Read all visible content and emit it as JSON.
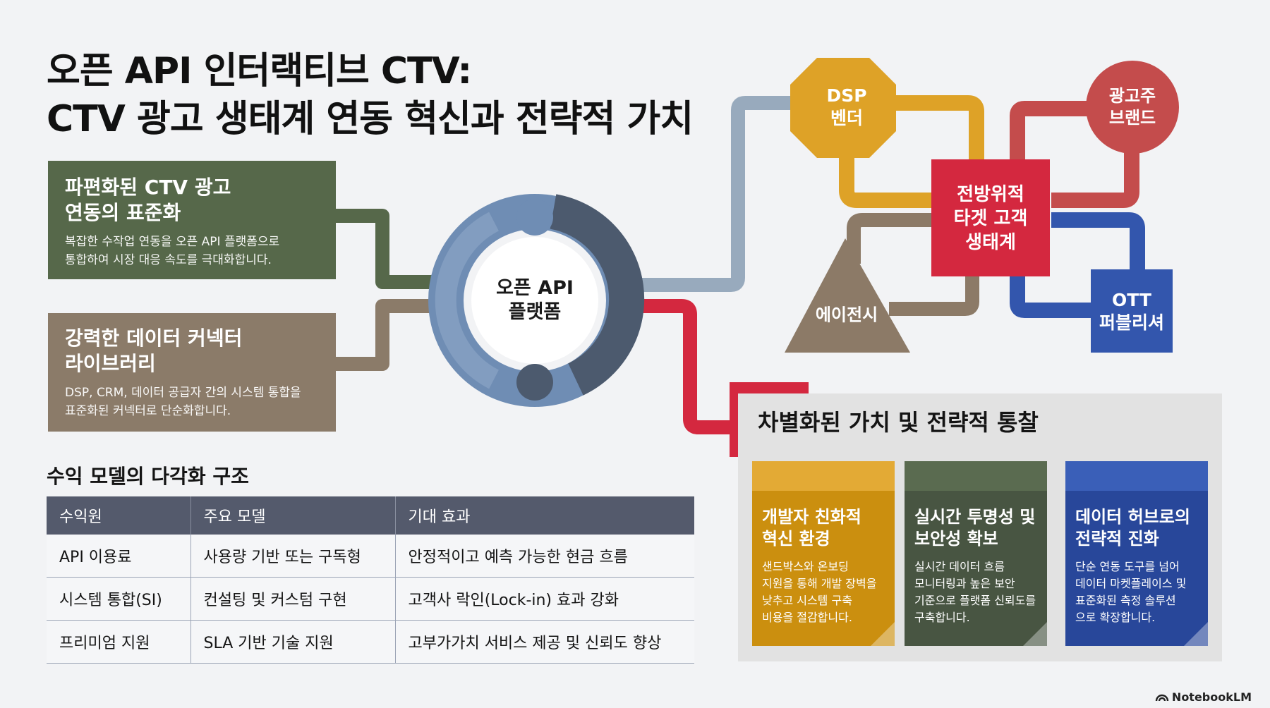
{
  "title": {
    "line1": "오픈 API 인터랙티브 CTV:",
    "line2": "CTV 광고 생태계 연동 혁신과 전략적 가치"
  },
  "panels": [
    {
      "title_l1": "파편화된 CTV 광고",
      "title_l2": "연동의 표준화",
      "desc_l1": "복잡한 수작업 연동을 오픈 API 플랫폼으로",
      "desc_l2": "통합하여 시장 대응 속도를 극대화합니다."
    },
    {
      "title_l1": "강력한 데이터 커넥터",
      "title_l2": "라이브러리",
      "desc_l1": "DSP, CRM, 데이터 공급자 간의 시스템 통합을",
      "desc_l2": "표준화된 커넥터로 단순화합니다."
    }
  ],
  "hub": {
    "line1": "오픈 API",
    "line2": "플랫폼"
  },
  "nodes": {
    "dsp": {
      "line1": "DSP",
      "line2": "벤더"
    },
    "advertiser": {
      "line1": "광고주",
      "line2": "브랜드"
    },
    "center": {
      "line1": "전방위적",
      "line2": "타겟 고객",
      "line3": "생태계"
    },
    "agency": {
      "label": "에이전시"
    },
    "ott": {
      "line1": "OTT",
      "line2": "퍼블리셔"
    }
  },
  "revenue": {
    "title": "수익 모델의 다각화 구조",
    "headers": [
      "수익원",
      "주요 모델",
      "기대 효과"
    ],
    "rows": [
      [
        "API 이용료",
        "사용량 기반 또는 구독형",
        "안정적이고 예측 가능한 현금 흐름"
      ],
      [
        "시스템 통합(SI)",
        "컨설팅 및 커스텀 구현",
        "고객사 락인(Lock-in) 효과 강화"
      ],
      [
        "프리미엄 지원",
        "SLA 기반 기술 지원",
        "고부가가치 서비스 제공 및 신뢰도 향상"
      ]
    ]
  },
  "insight": {
    "title": "차별화된 가치 및 전략적 통찰",
    "cards": [
      {
        "title_l1": "개발자 친화적",
        "title_l2": "혁신 환경",
        "desc": [
          "샌드박스와 온보딩",
          "지원을 통해 개발 장벽을",
          "낮추고 시스템 구축",
          "비용을 절감합니다."
        ]
      },
      {
        "title_l1": "실시간 투명성 및",
        "title_l2": "보안성 확보",
        "desc": [
          "실시간 데이터 흐름",
          "모니터링과 높은 보안",
          "기준으로 플랫폼 신뢰도를",
          "구축합니다."
        ]
      },
      {
        "title_l1": "데이터 허브로의",
        "title_l2": "전략적 진화",
        "desc": [
          "단순 연동 도구를 넘어",
          "데이터 마켓플레이스 및",
          "표준화된 측정 솔루션",
          "으로 확장합니다."
        ]
      }
    ]
  },
  "footer": {
    "brand": "NotebookLM",
    "icon": "notebooklm-icon"
  },
  "colors": {
    "green": "#56684a",
    "taupe": "#8b7b69",
    "hub_blue": "#6f8db4",
    "hub_dark": "#4c5a6e",
    "dsp_orange": "#dea227",
    "advertiser_red": "#c44c4c",
    "center_red": "#d4283f",
    "agency_brown": "#8c7a67",
    "ott_blue": "#3356ad",
    "connector_gray": "#98aabd",
    "card_orange": "#cb8f0f",
    "card_green": "#485542",
    "card_blue": "#28479a"
  }
}
